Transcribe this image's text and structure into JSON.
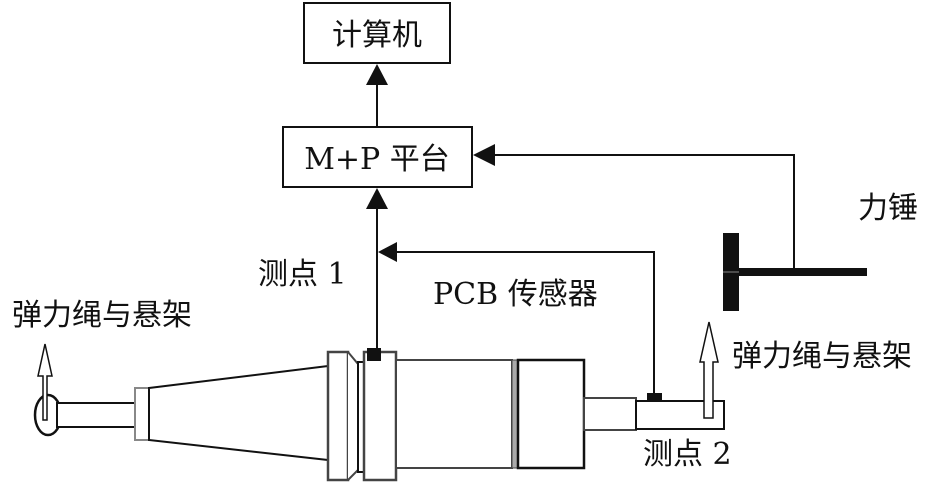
{
  "diagram": {
    "nodes": {
      "computer": "计算机",
      "platform": "M+P 平台"
    },
    "labels": {
      "hammer": "力锤",
      "point1": "测点 1",
      "point2": "测点 2",
      "sensor": "PCB 传感器",
      "suspension_left": "弹力绳与悬架",
      "suspension_right": "弹力绳与悬架"
    },
    "edges": [
      {
        "from": "platform",
        "to": "computer"
      },
      {
        "from": "point1",
        "to": "platform"
      },
      {
        "from": "hammer",
        "to": "platform"
      },
      {
        "from": "point2",
        "to": "point1-line",
        "label": "PCB 传感器"
      }
    ]
  }
}
